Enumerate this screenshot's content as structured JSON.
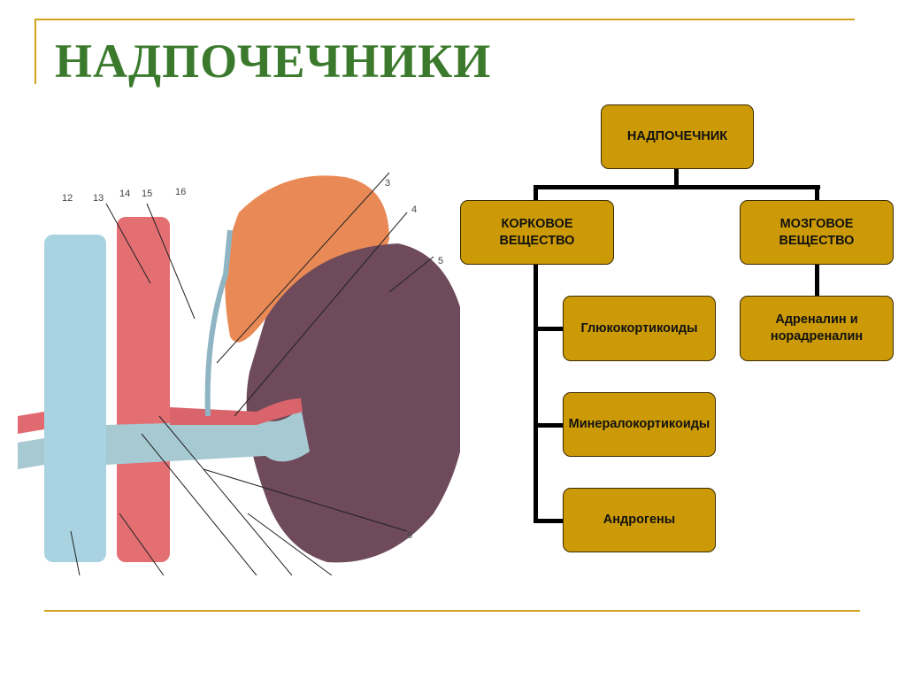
{
  "title": "НАДПОЧЕЧНИКИ",
  "colors": {
    "title": "#3b7a2c",
    "rule": "#d1a21c",
    "box_fill": "#cc9a06"
  },
  "org_chart": {
    "root": "НАДПОЧЕЧНИК",
    "cortex": {
      "label": "КОРКОВОЕ ВЕЩЕСТВО",
      "children": [
        "Глюкокортикоиды",
        "Минералокортикоиды",
        "Андрогены"
      ]
    },
    "medulla": {
      "label": "МОЗГОВОЕ ВЕЩЕСТВО",
      "children": [
        "Адреналин и норадреналин"
      ]
    }
  },
  "illustration": {
    "labels": [
      "12",
      "13",
      "14",
      "15",
      "16",
      "3",
      "4",
      "5",
      "6"
    ]
  }
}
